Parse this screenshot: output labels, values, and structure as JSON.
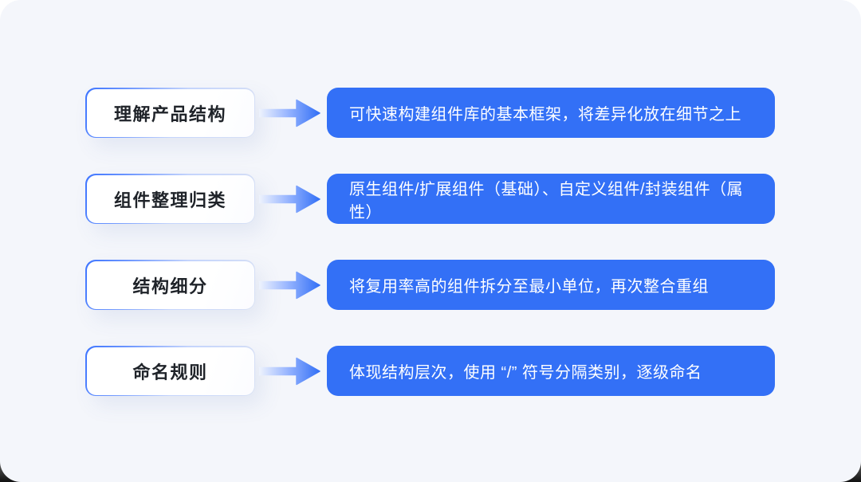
{
  "page": {
    "background_color": "#f4f6fb",
    "accent_color": "#3370f6",
    "label_text_color": "#1f2329",
    "description_text_color": "#ffffff"
  },
  "rows": [
    {
      "label": "理解产品结构",
      "description": "可快速构建组件库的基本框架，将差异化放在细节之上"
    },
    {
      "label": "组件整理归类",
      "description": "原生组件/扩展组件（基础）、自定义组件/封装组件（属性）"
    },
    {
      "label": "结构细分",
      "description": "将复用率高的组件拆分至最小单位，再次整合重组"
    },
    {
      "label": "命名规则",
      "description": "体现结构层次，使用 “/” 符号分隔类别，逐级命名"
    }
  ]
}
